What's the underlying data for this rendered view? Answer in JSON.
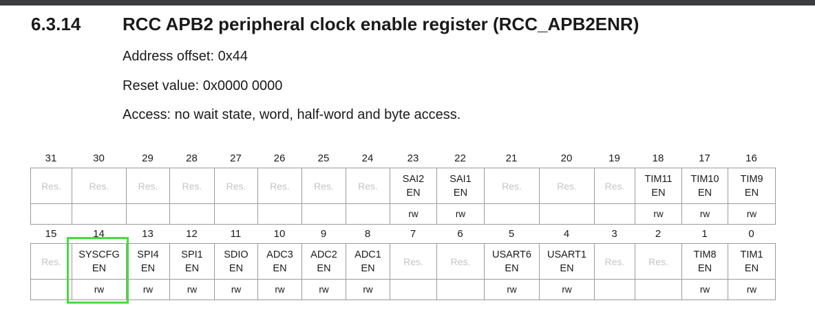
{
  "section": {
    "number": "6.3.14",
    "title": "RCC APB2 peripheral clock enable register (RCC_APB2ENR)"
  },
  "info": {
    "address_offset": "Address offset: 0x44",
    "reset_value": "Reset value: 0x0000 0000",
    "access": "Access: no wait state, word, half-word and byte access."
  },
  "register": {
    "upper": [
      {
        "bit": "31",
        "name": "Res.",
        "access": ""
      },
      {
        "bit": "30",
        "name": "Res.",
        "access": ""
      },
      {
        "bit": "29",
        "name": "Res.",
        "access": ""
      },
      {
        "bit": "28",
        "name": "Res.",
        "access": ""
      },
      {
        "bit": "27",
        "name": "Res.",
        "access": ""
      },
      {
        "bit": "26",
        "name": "Res.",
        "access": ""
      },
      {
        "bit": "25",
        "name": "Res.",
        "access": ""
      },
      {
        "bit": "24",
        "name": "Res.",
        "access": ""
      },
      {
        "bit": "23",
        "name": "SAI2\nEN",
        "access": "rw"
      },
      {
        "bit": "22",
        "name": "SAI1\nEN",
        "access": "rw"
      },
      {
        "bit": "21",
        "name": "Res.",
        "access": ""
      },
      {
        "bit": "20",
        "name": "Res.",
        "access": ""
      },
      {
        "bit": "19",
        "name": "Res.",
        "access": ""
      },
      {
        "bit": "18",
        "name": "TIM11\nEN",
        "access": "rw"
      },
      {
        "bit": "17",
        "name": "TIM10\nEN",
        "access": "rw"
      },
      {
        "bit": "16",
        "name": "TIM9\nEN",
        "access": "rw"
      }
    ],
    "lower": [
      {
        "bit": "15",
        "name": "Res.",
        "access": ""
      },
      {
        "bit": "14",
        "name": "SYSCFG\nEN",
        "access": "rw"
      },
      {
        "bit": "13",
        "name": "SPI4\nEN",
        "access": "rw"
      },
      {
        "bit": "12",
        "name": "SPI1\nEN",
        "access": "rw"
      },
      {
        "bit": "11",
        "name": "SDIO\nEN",
        "access": "rw"
      },
      {
        "bit": "10",
        "name": "ADC3\nEN",
        "access": "rw"
      },
      {
        "bit": "9",
        "name": "ADC2\nEN",
        "access": "rw"
      },
      {
        "bit": "8",
        "name": "ADC1\nEN",
        "access": "rw"
      },
      {
        "bit": "7",
        "name": "Res.",
        "access": ""
      },
      {
        "bit": "6",
        "name": "Res.",
        "access": ""
      },
      {
        "bit": "5",
        "name": "USART6\nEN",
        "access": "rw"
      },
      {
        "bit": "4",
        "name": "USART1\nEN",
        "access": "rw"
      },
      {
        "bit": "3",
        "name": "Res.",
        "access": ""
      },
      {
        "bit": "2",
        "name": "Res.",
        "access": ""
      },
      {
        "bit": "1",
        "name": "TIM8\nEN",
        "access": "rw"
      },
      {
        "bit": "0",
        "name": "TIM1\nEN",
        "access": "rw"
      }
    ]
  },
  "colors": {
    "highlight": "#44dd3c",
    "reserved_text": "#c4c4c4",
    "top_bar": "#3b3d40"
  }
}
